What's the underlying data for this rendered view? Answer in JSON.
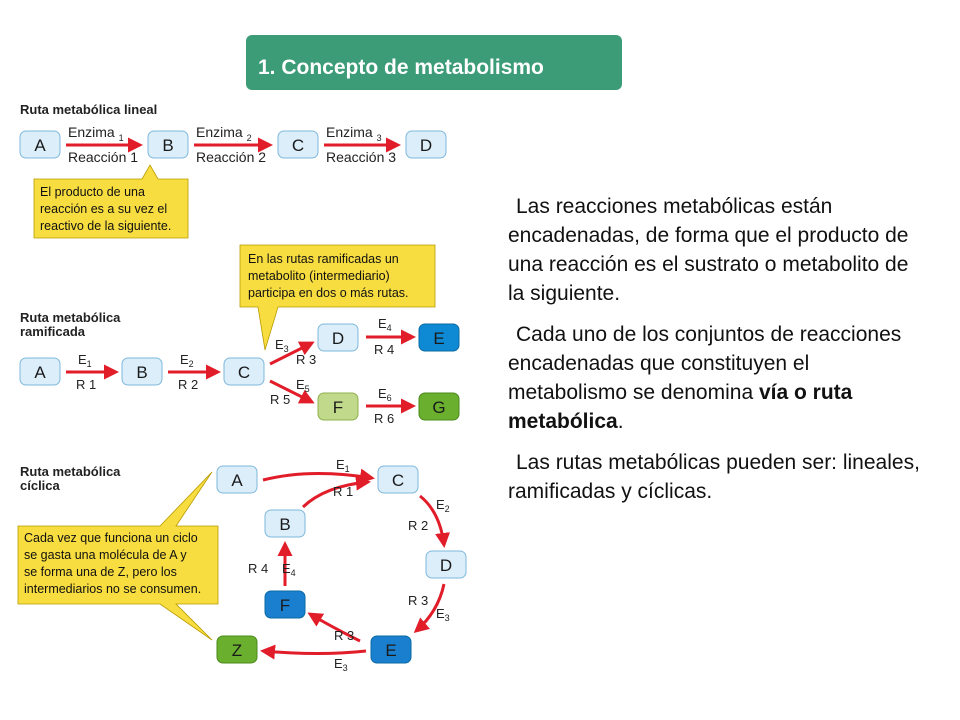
{
  "title": "1. Concepto de metabolismo",
  "linear": {
    "title": "Ruta metabólica lineal",
    "nodes": [
      "A",
      "B",
      "C",
      "D"
    ],
    "enzymes": [
      "Enzima",
      "Enzima",
      "Enzima"
    ],
    "enzyme_subs": [
      "1",
      "2",
      "3"
    ],
    "reactions": [
      "Reacción 1",
      "Reacción 2",
      "Reacción 3"
    ],
    "callout": [
      "El producto de una",
      "reacción es a su vez el",
      "reactivo de la siguiente."
    ]
  },
  "branched": {
    "title_line1": "Ruta metabólica",
    "title_line2": "ramificada",
    "nodes": [
      "A",
      "B",
      "C",
      "D",
      "E",
      "F",
      "G"
    ],
    "e_labels": [
      "E",
      "E",
      "E",
      "E",
      "E",
      "E"
    ],
    "e_subs": [
      "1",
      "2",
      "3",
      "4",
      "5",
      "6"
    ],
    "r_labels": [
      "R 1",
      "R 2",
      "R 3",
      "R 4",
      "R 5",
      "R 6"
    ],
    "callout": [
      "En las rutas ramificadas un",
      "metabolito (intermediario)",
      "participa en dos o más rutas."
    ]
  },
  "cyclic": {
    "title_line1": "Ruta metabólica",
    "title_line2": "cíclica",
    "nodes": [
      "A",
      "C",
      "B",
      "D",
      "F",
      "Z",
      "E"
    ],
    "e_labels": [
      "E",
      "E",
      "E",
      "E",
      "E"
    ],
    "e_subs": [
      "1",
      "2",
      "3",
      "3",
      "4"
    ],
    "r_labels": [
      "R 1",
      "R 2",
      "R 3",
      "R 3",
      "R 4"
    ],
    "callout": [
      "Cada vez que funciona un ciclo",
      "se gasta una molécula de A y",
      "se forma una de Z, pero los",
      "intermediarios no se consumen."
    ]
  },
  "paragraphs": {
    "p1": "Las reacciones metabólicas están encadenadas, de forma que el producto de una reacción es el sustrato o metabolito de la siguiente.",
    "p2_before": "Cada uno de los conjuntos de reacciones encadenadas que constituyen el metabolismo se denomina ",
    "p2_bold": "vía o ruta metabólica",
    "p2_after": ".",
    "p3": "Las rutas metabólicas pueden ser: lineales, ramificadas y cíclicas."
  },
  "colors": {
    "title_bg": "#3c9c78",
    "node_light": "#dbeefa",
    "node_blue": "#0e8ad4",
    "node_dark_blue": "#1a7fcf",
    "node_green_light": "#c0d98a",
    "node_green": "#6aaf2e",
    "arrow": "#e11d2a",
    "callout": "#f7dd40"
  }
}
